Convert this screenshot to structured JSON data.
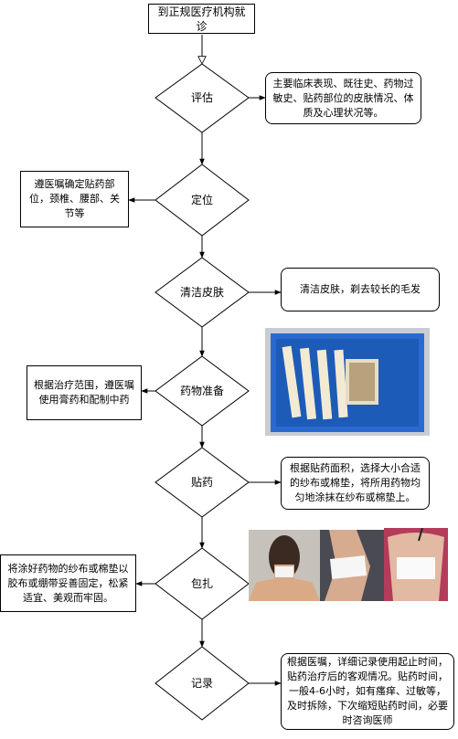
{
  "start": {
    "label": "到正规医疗机构就诊"
  },
  "steps": [
    {
      "id": "assess",
      "label": "评估"
    },
    {
      "id": "locate",
      "label": "定位"
    },
    {
      "id": "clean",
      "label": "清洁皮肤"
    },
    {
      "id": "prepare",
      "label": "药物准备"
    },
    {
      "id": "apply",
      "label": "贴药"
    },
    {
      "id": "wrap",
      "label": "包扎"
    },
    {
      "id": "record",
      "label": "记录"
    }
  ],
  "notes": {
    "assess": "主要临床表现、既往史、药物过敏史、贴药部位的皮肤情况、体质及心理状况等。",
    "locate": "遵医嘱确定贴药部位，颈椎、腰部、关节等",
    "clean": "清洁皮肤，剃去较长的毛发",
    "prepare": "根据治疗范围，遵医嘱使用膏药和配制中药",
    "apply": "根据贴药面积，选择大小合适的纱布或棉垫，将所用药物均匀地涂抹在纱布或棉垫上。",
    "wrap": "将涂好药物的纱布或棉垫以胶布或绷带妥善固定，松紧适宜、美观而牢固。",
    "record": "根据医嘱，详细记录使用起止时间，贴药治疗后的客观情况。贴药时间，一般4-6小时，如有瘙痒、过敏等，及时拆除，下次缩短贴药时间，必要时咨询医师"
  },
  "colors": {
    "line": "#000000",
    "tray": "#1d63c8",
    "skin": "#d9b08c"
  }
}
